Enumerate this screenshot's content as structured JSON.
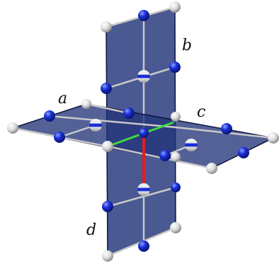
{
  "diagram": {
    "labels": {
      "a": "a",
      "b": "b",
      "c": "c",
      "d": "d"
    },
    "colors": {
      "plane_fill": "#22357a",
      "plane_edge": "#0d1640",
      "rod": "#c8c8c8",
      "atom_white": "#dcdcdc",
      "atom_blue": "#1a2fd6",
      "bond_green": "#3cdc3c",
      "bond_red": "#dc2020"
    }
  }
}
